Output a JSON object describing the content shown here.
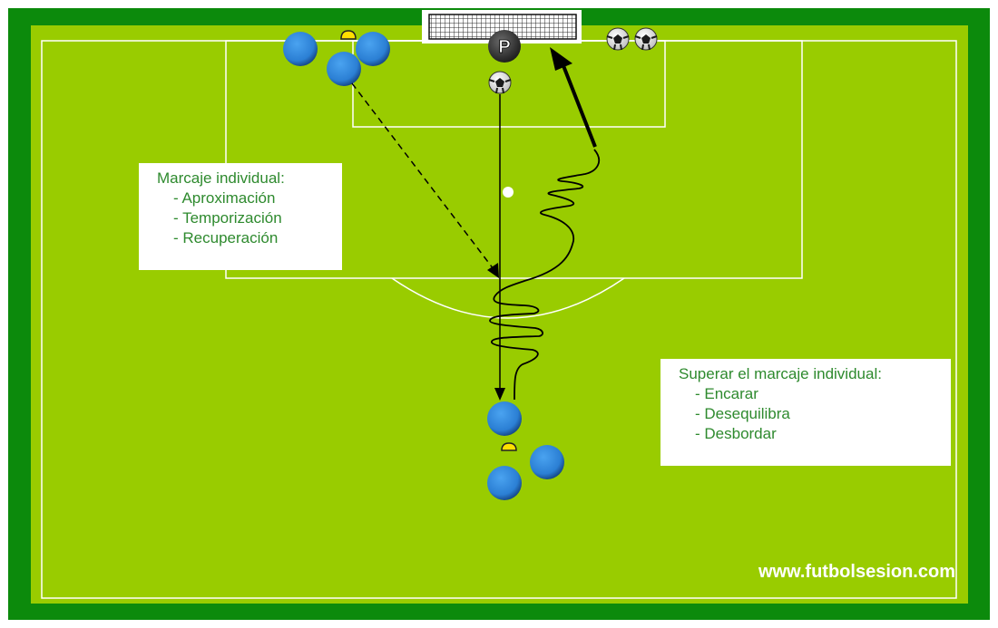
{
  "colors": {
    "outer_border": "#0c8a0c",
    "pitch": "#99cc00",
    "lines": "#ffffff",
    "player": "#2b7fd4",
    "player_dark": "#123e7a",
    "coach": "#3a3a3a",
    "cone": "#ffe000",
    "text": "#2e8a2e",
    "arrow": "#000000"
  },
  "coach": {
    "label": "P"
  },
  "note_left": {
    "title": "Marcaje individual:",
    "items": [
      "- Aproximación",
      "- Temporización",
      "- Recuperación"
    ]
  },
  "note_right": {
    "title": "Superar el marcaje individual:",
    "items": [
      "- Encarar",
      "- Desequilibra",
      "- Desbordar"
    ]
  },
  "website": "www.futbolsesion.com",
  "icons": {
    "player": "player-icon",
    "ball": "soccer-ball-icon",
    "cone": "cone-icon",
    "goal": "goal-icon",
    "coach": "coach-icon"
  }
}
